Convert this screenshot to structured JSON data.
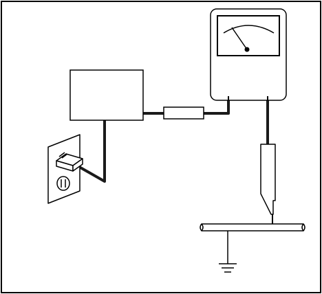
{
  "diagram": {
    "components": [
      {
        "id": "meter",
        "icon": "analog-meter-icon"
      },
      {
        "id": "power-supply",
        "icon": "box-icon"
      },
      {
        "id": "in-line-resistor",
        "icon": "resistor-icon"
      },
      {
        "id": "wall-outlet",
        "icon": "outlet-icon"
      },
      {
        "id": "plug",
        "icon": "plug-icon"
      },
      {
        "id": "test-probe",
        "icon": "probe-icon"
      },
      {
        "id": "pipe",
        "icon": "pipe-icon"
      },
      {
        "id": "earth-ground",
        "icon": "ground-symbol-icon"
      }
    ],
    "colors": {
      "line": "#000000",
      "cable": "#1a1a1a",
      "fill": "#ffffff",
      "probe_tip": "#dddddd"
    }
  }
}
